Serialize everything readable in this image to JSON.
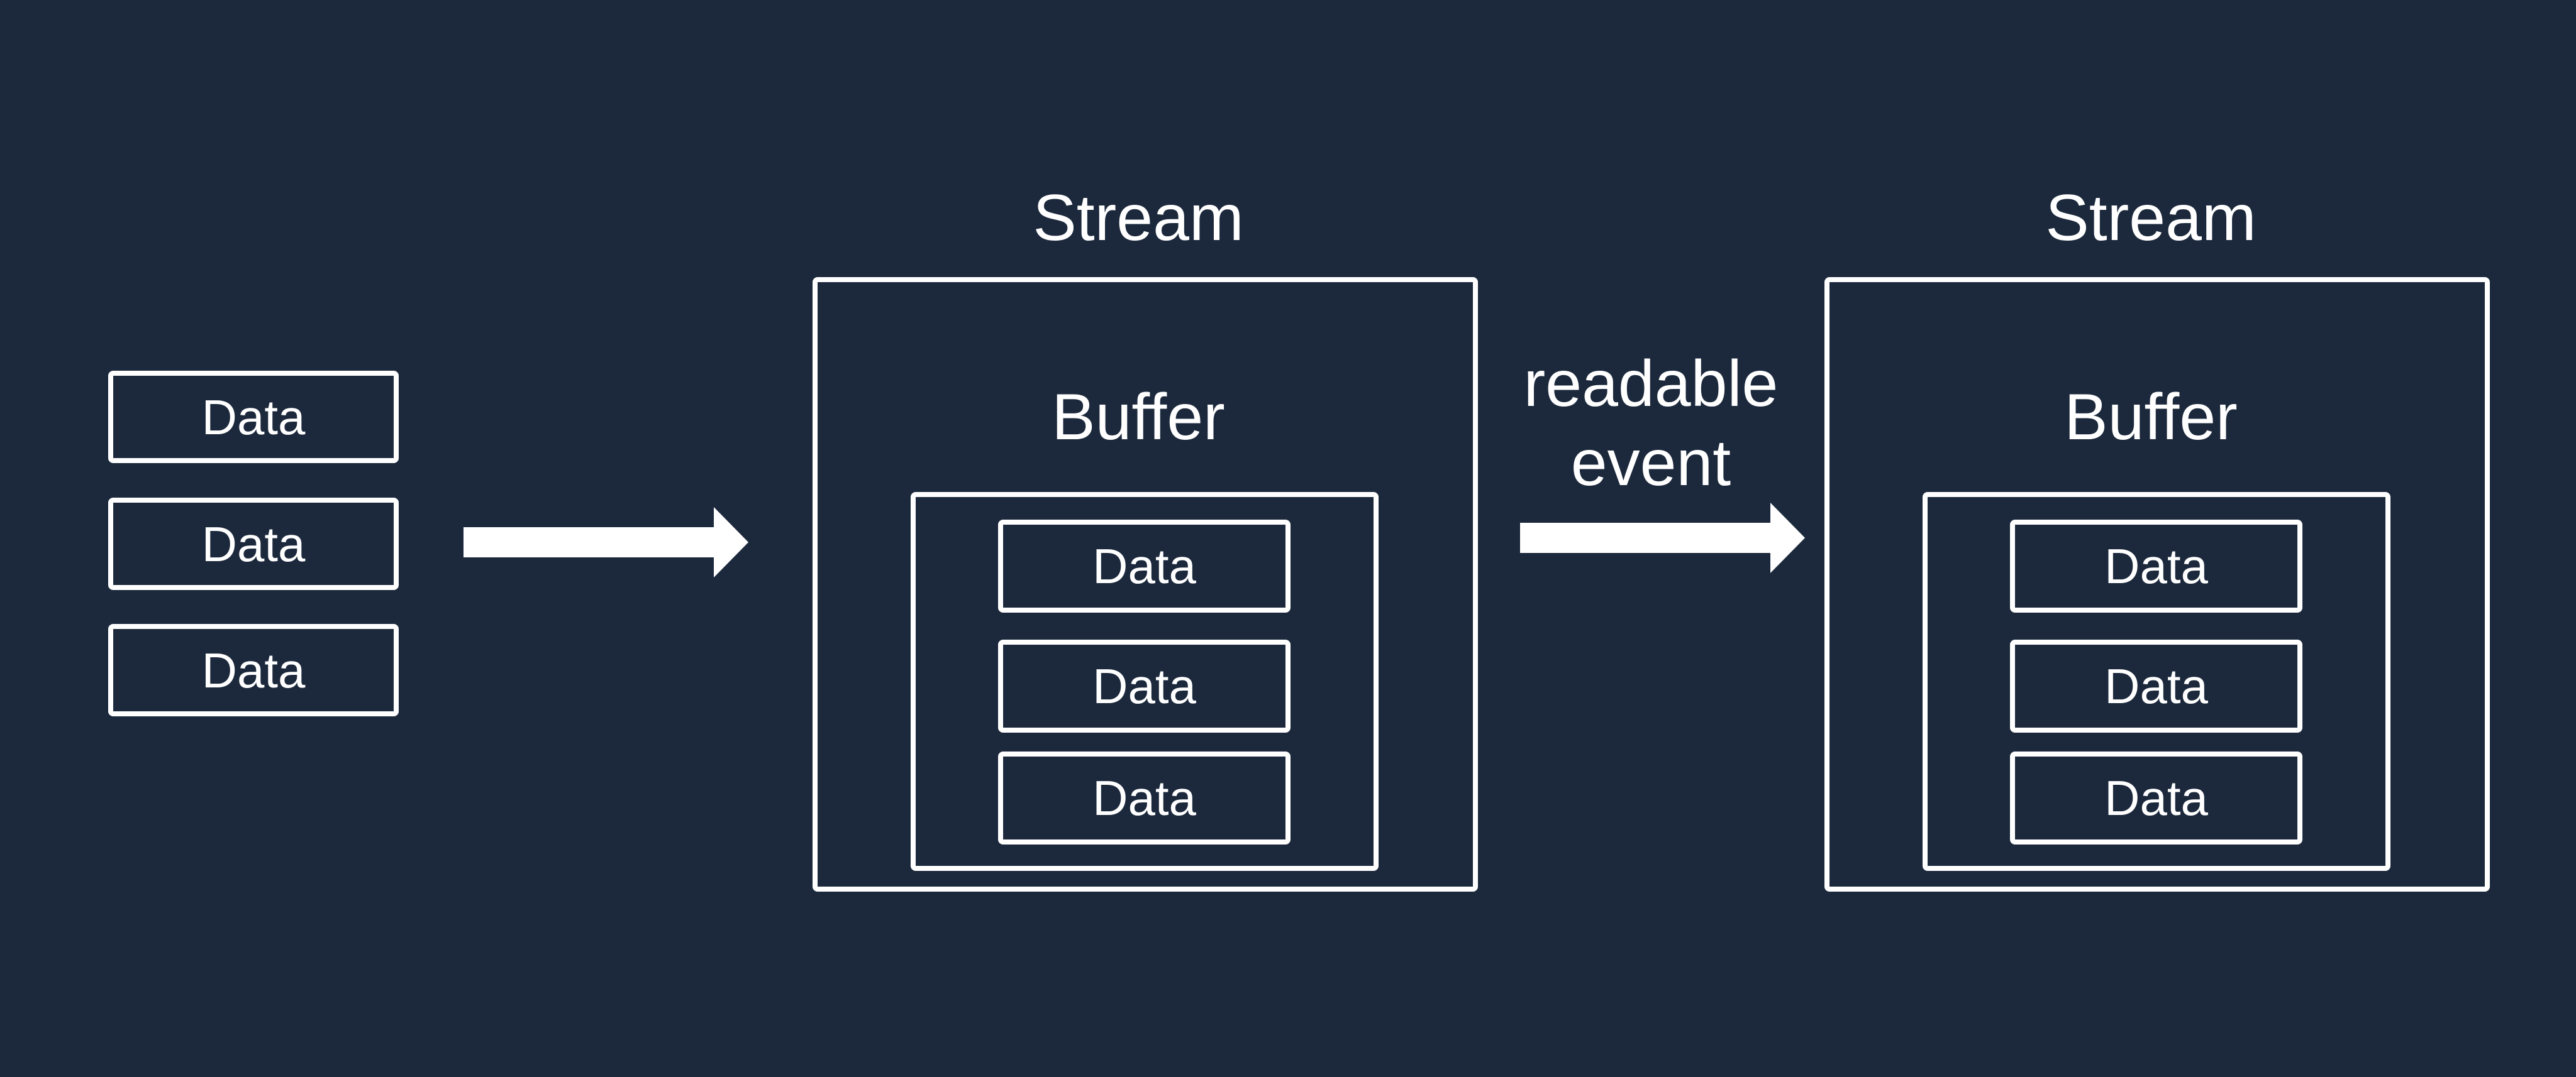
{
  "input_items": [
    "Data",
    "Data",
    "Data"
  ],
  "streams": [
    {
      "title": "Stream",
      "buffer_title": "Buffer",
      "items": [
        "Data",
        "Data",
        "Data"
      ]
    },
    {
      "title": "Stream",
      "buffer_title": "Buffer",
      "items": [
        "Data",
        "Data",
        "Data"
      ]
    }
  ],
  "event_label": {
    "line1": "readable",
    "line2": "event"
  },
  "colors": {
    "background": "#1c293c",
    "foreground": "#ffffff"
  }
}
